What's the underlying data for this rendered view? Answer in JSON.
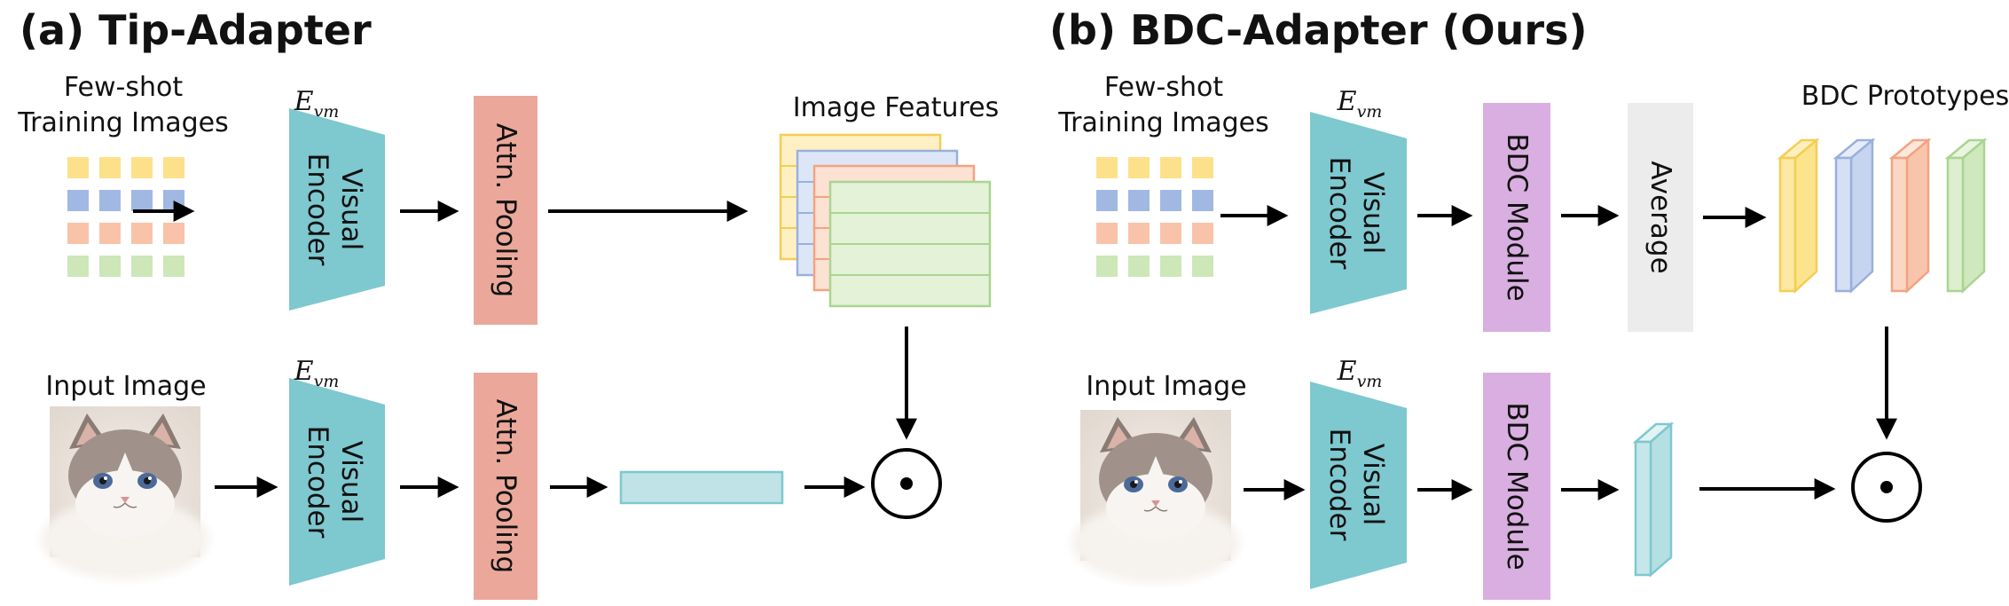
{
  "panels": [
    {
      "title": "(a) Tip-Adapter",
      "few_shot_label": [
        "Few-shot",
        "Training Images"
      ],
      "input_label": "Input Image",
      "encoder_label": [
        "Visual",
        "Encoder"
      ],
      "encoder_symbol": "E",
      "encoder_symbol_sub": "vm",
      "module_label": "Attn. Pooling",
      "features_label": "Image Features"
    },
    {
      "title": "(b) BDC-Adapter (Ours)",
      "few_shot_label": [
        "Few-shot",
        "Training Images"
      ],
      "input_label": "Input Image",
      "encoder_label": [
        "Visual",
        "Encoder"
      ],
      "encoder_symbol": "E",
      "encoder_symbol_sub": "vm",
      "module_label": "BDC Module",
      "average_label": "Average",
      "prototypes_label": "BDC Prototypes"
    }
  ],
  "operator_symbol": "⊙",
  "colors": {
    "encoder": "#7ec8cf",
    "attn_pooling": "#eba89a",
    "bdc_module": "#d9aee0",
    "average": "#ececec",
    "yellow": "#fde18a",
    "blue": "#a1b8e2",
    "orange": "#f9c3a9",
    "green": "#cde7b8",
    "feature_vector": "#bfe3e6"
  }
}
